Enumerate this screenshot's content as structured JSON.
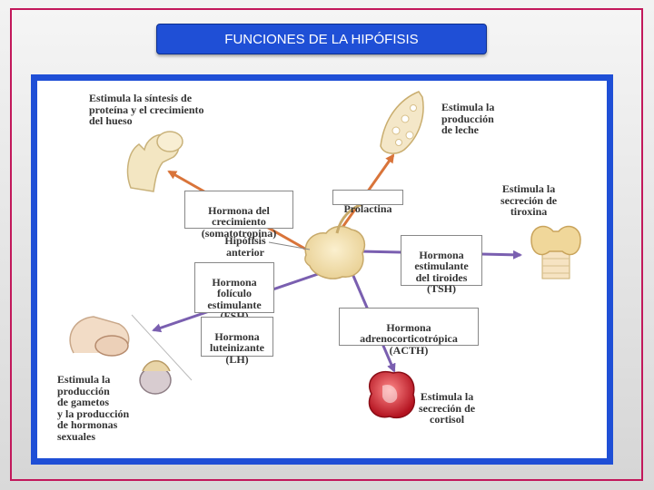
{
  "title": "FUNCIONES DE LA HIPÓFISIS",
  "center_label": "Hipófisis\nanterior",
  "hormones": {
    "gh": "Hormona del\ncrecimiento\n(somatotropina)",
    "prolactin": "Prolactina",
    "tsh": "Hormona\nestimulante\ndel tiroides\n(TSH)",
    "fsh": "Hormona\nfolículo\nestimulante\n(FSH)",
    "lh": "Hormona\nluteinizante\n(LH)",
    "acth": "Hormona\nadrenocorticotrópica\n(ACTH)"
  },
  "effects": {
    "bone": "Estimula la síntesis de\nproteína y el crecimiento\ndel hueso",
    "milk": "Estimula la\nproducción\nde leche",
    "thyroxine": "Estimula la\nsecreción de\ntiroxina",
    "gametes": "Estimula la\nproducción\nde gametos\ny la producción\nde hormonas\nsexuales",
    "cortisol": "Estimula la\nsecreción de\ncortisol"
  },
  "colors": {
    "title_bg": "#1f4fd6",
    "frame_border": "#c2185b",
    "arrow_orange": "#d9743a",
    "arrow_purple": "#7a5fb0"
  }
}
